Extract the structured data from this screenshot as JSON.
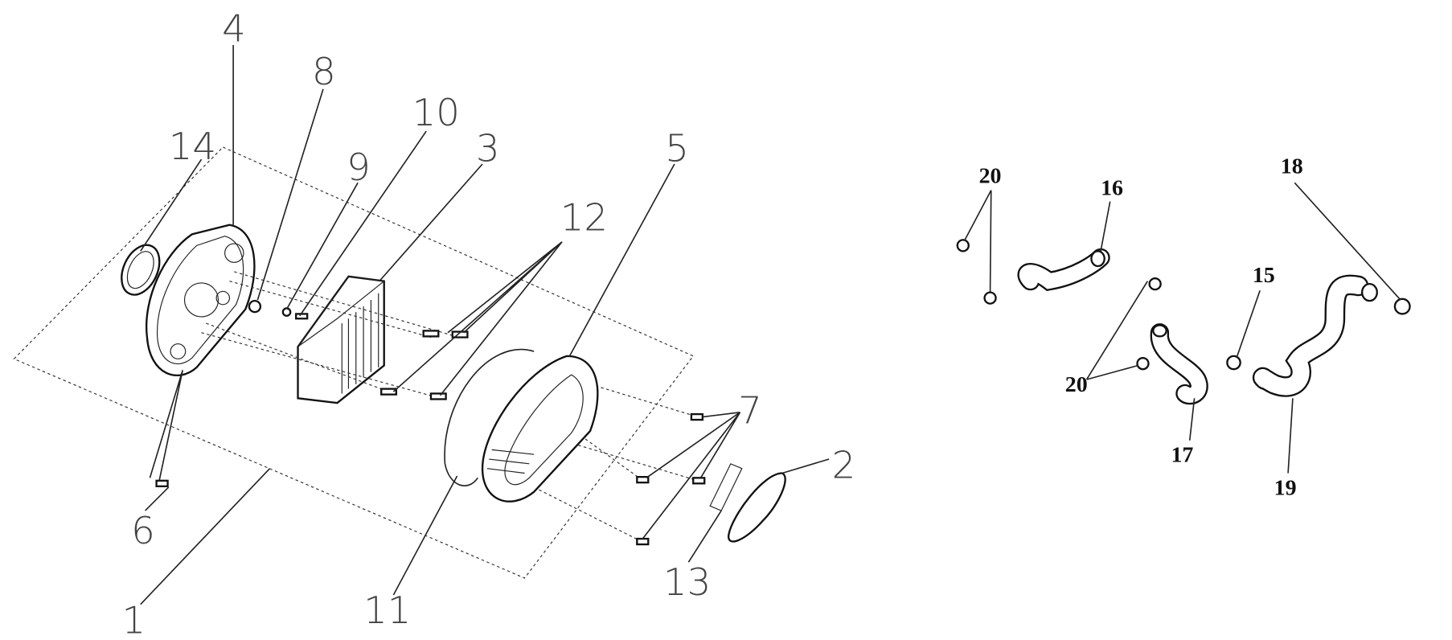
{
  "diagram": {
    "title": "Exploded parts view",
    "callouts_left": [
      "1",
      "2",
      "3",
      "4",
      "5",
      "6",
      "7",
      "8",
      "9",
      "10",
      "11",
      "12",
      "13",
      "14"
    ],
    "callouts_right": [
      "15",
      "16",
      "17",
      "18",
      "19",
      "20",
      "20"
    ]
  }
}
